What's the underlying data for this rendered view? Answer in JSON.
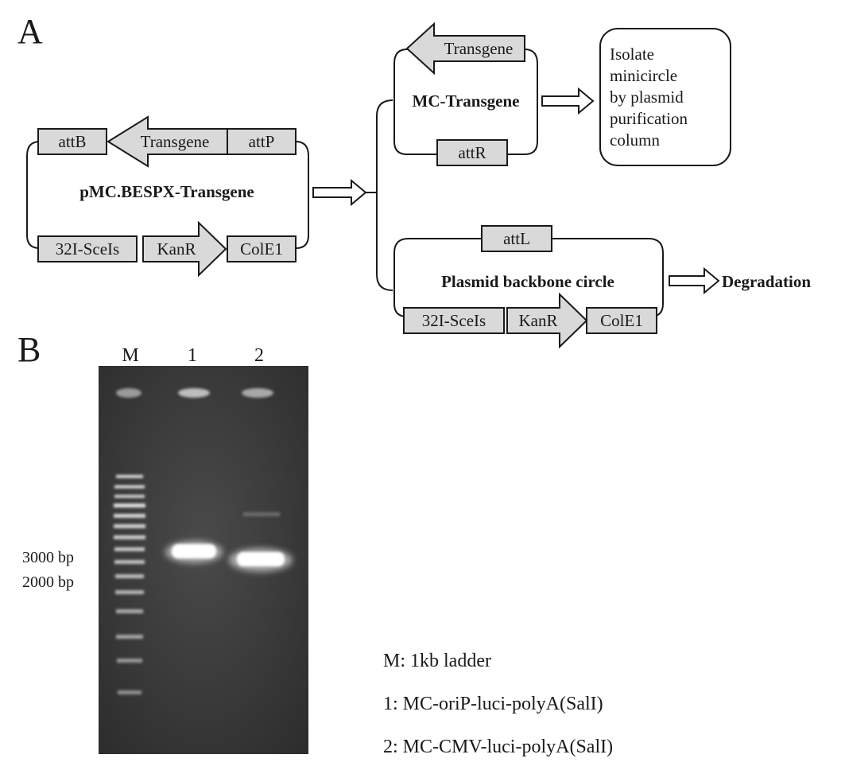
{
  "panels": {
    "a": "A",
    "b": "B"
  },
  "parent_plasmid": {
    "name": "pMC.BESPX-Transgene",
    "top": {
      "attb": "attB",
      "transgene": "Transgene",
      "attp": "attP"
    },
    "bottom": {
      "scei": "32I-SceIs",
      "kanr": "KanR",
      "cole1": "ColE1"
    }
  },
  "minicircle": {
    "name": "MC-Transgene",
    "transgene": "Transgene",
    "attr": "attR",
    "note": [
      "Isolate",
      "minicircle",
      "by plasmid",
      "purification",
      "column"
    ]
  },
  "backbone": {
    "name": "Plasmid backbone circle",
    "attl": "attL",
    "scei": "32I-SceIs",
    "kanr": "KanR",
    "cole1": "ColE1",
    "fate": "Degradation"
  },
  "gel": {
    "lanes": {
      "m": "M",
      "l1": "1",
      "l2": "2"
    },
    "markers": {
      "m3000": "3000  bp",
      "m2000": "2000  bp"
    },
    "legend": {
      "m": "M: 1kb ladder",
      "l1": "1: MC-oriP-luci-polyA(SalI)",
      "l2": "2: MC-CMV-luci-polyA(SalI)"
    }
  },
  "colors": {
    "outline": "#1a1a1a",
    "box_fill": "#d9d9d9",
    "gel_bg": "#3a3a3a",
    "band": "#ffffff"
  }
}
